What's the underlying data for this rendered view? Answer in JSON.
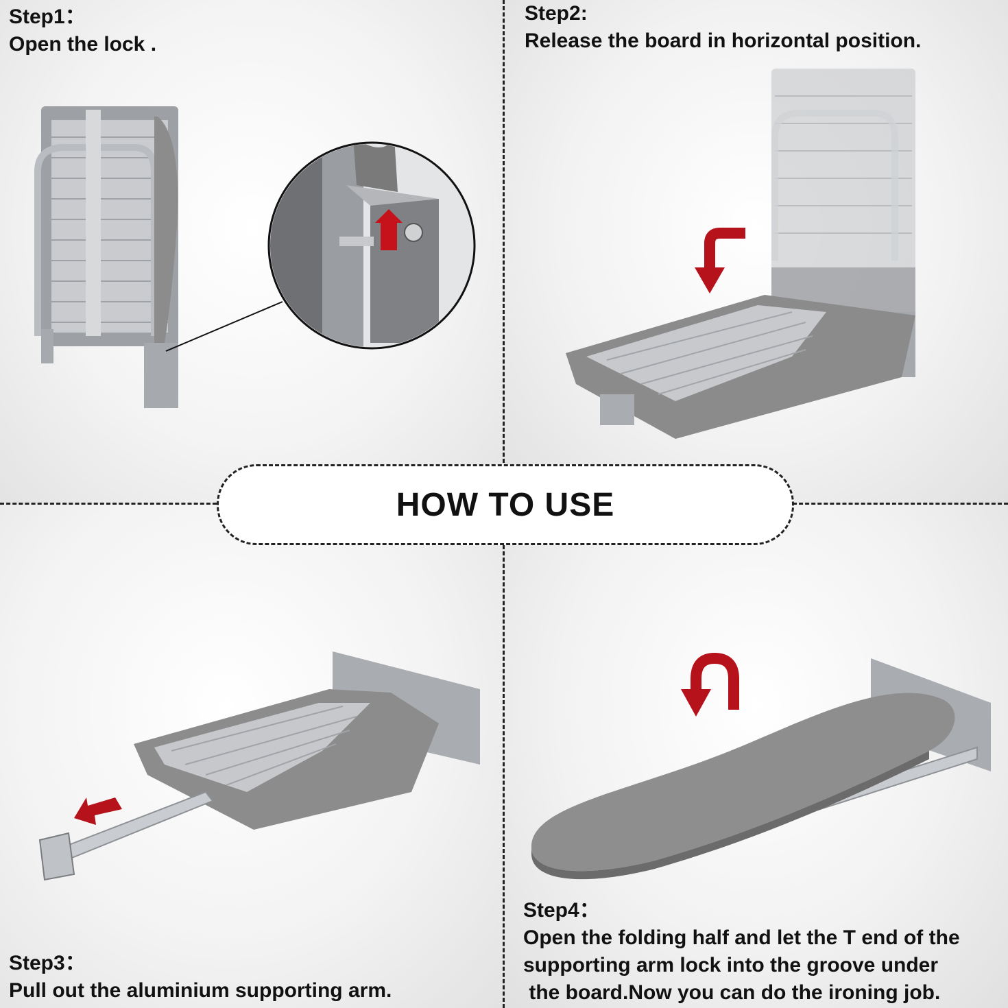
{
  "title": "HOW TO USE",
  "colors": {
    "arrow": "#b5121b",
    "frame": "#a9acb0",
    "fabric": "#8a8a8a",
    "divider": "#222222"
  },
  "steps": [
    {
      "label": "Step1：",
      "lines": [
        "Open the lock ."
      ]
    },
    {
      "label": "Step2:",
      "lines": [
        "Release the board in horizontal position."
      ]
    },
    {
      "label": "Step3：",
      "lines": [
        "Pull out the aluminium supporting arm."
      ]
    },
    {
      "label": "Step4：",
      "lines": [
        "Open the folding half and let the T end of the",
        "supporting arm lock into the groove under",
        " the board.Now you can do the ironing job."
      ]
    }
  ]
}
